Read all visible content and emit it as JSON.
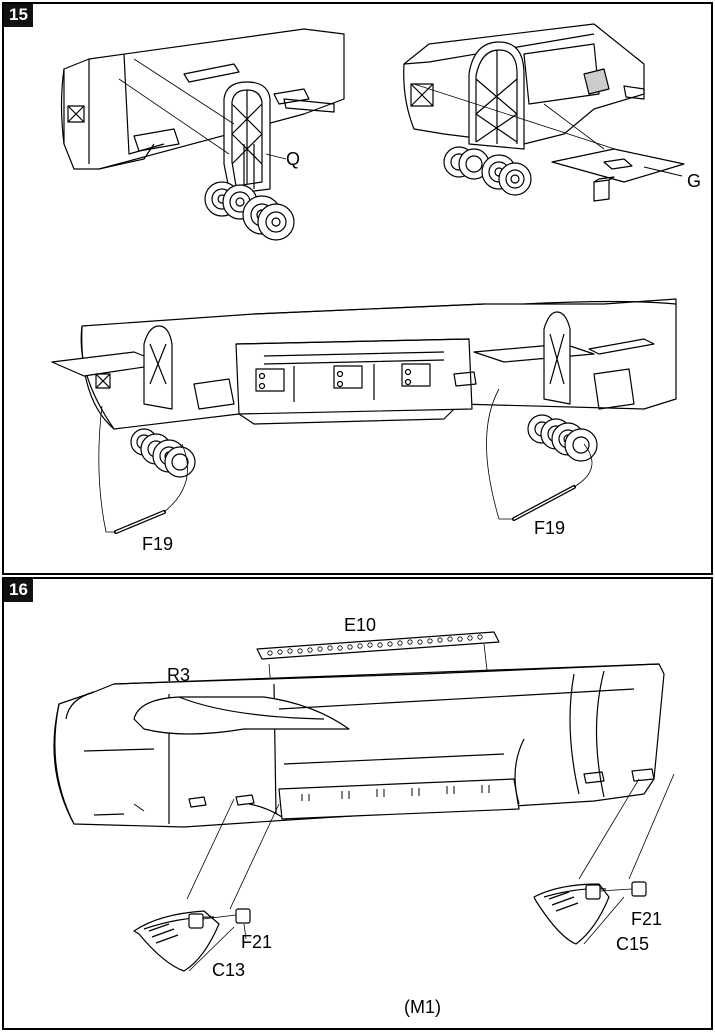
{
  "steps": [
    {
      "number": "15",
      "labels": {
        "q": "Q",
        "g": "G",
        "f19_left": "F19",
        "f19_right": "F19"
      }
    },
    {
      "number": "16",
      "labels": {
        "e10": "E10",
        "r3": "R3",
        "f21_left": "F21",
        "f21_right": "F21",
        "c13": "C13",
        "c15": "C15",
        "m1": "(M1)"
      }
    }
  ]
}
